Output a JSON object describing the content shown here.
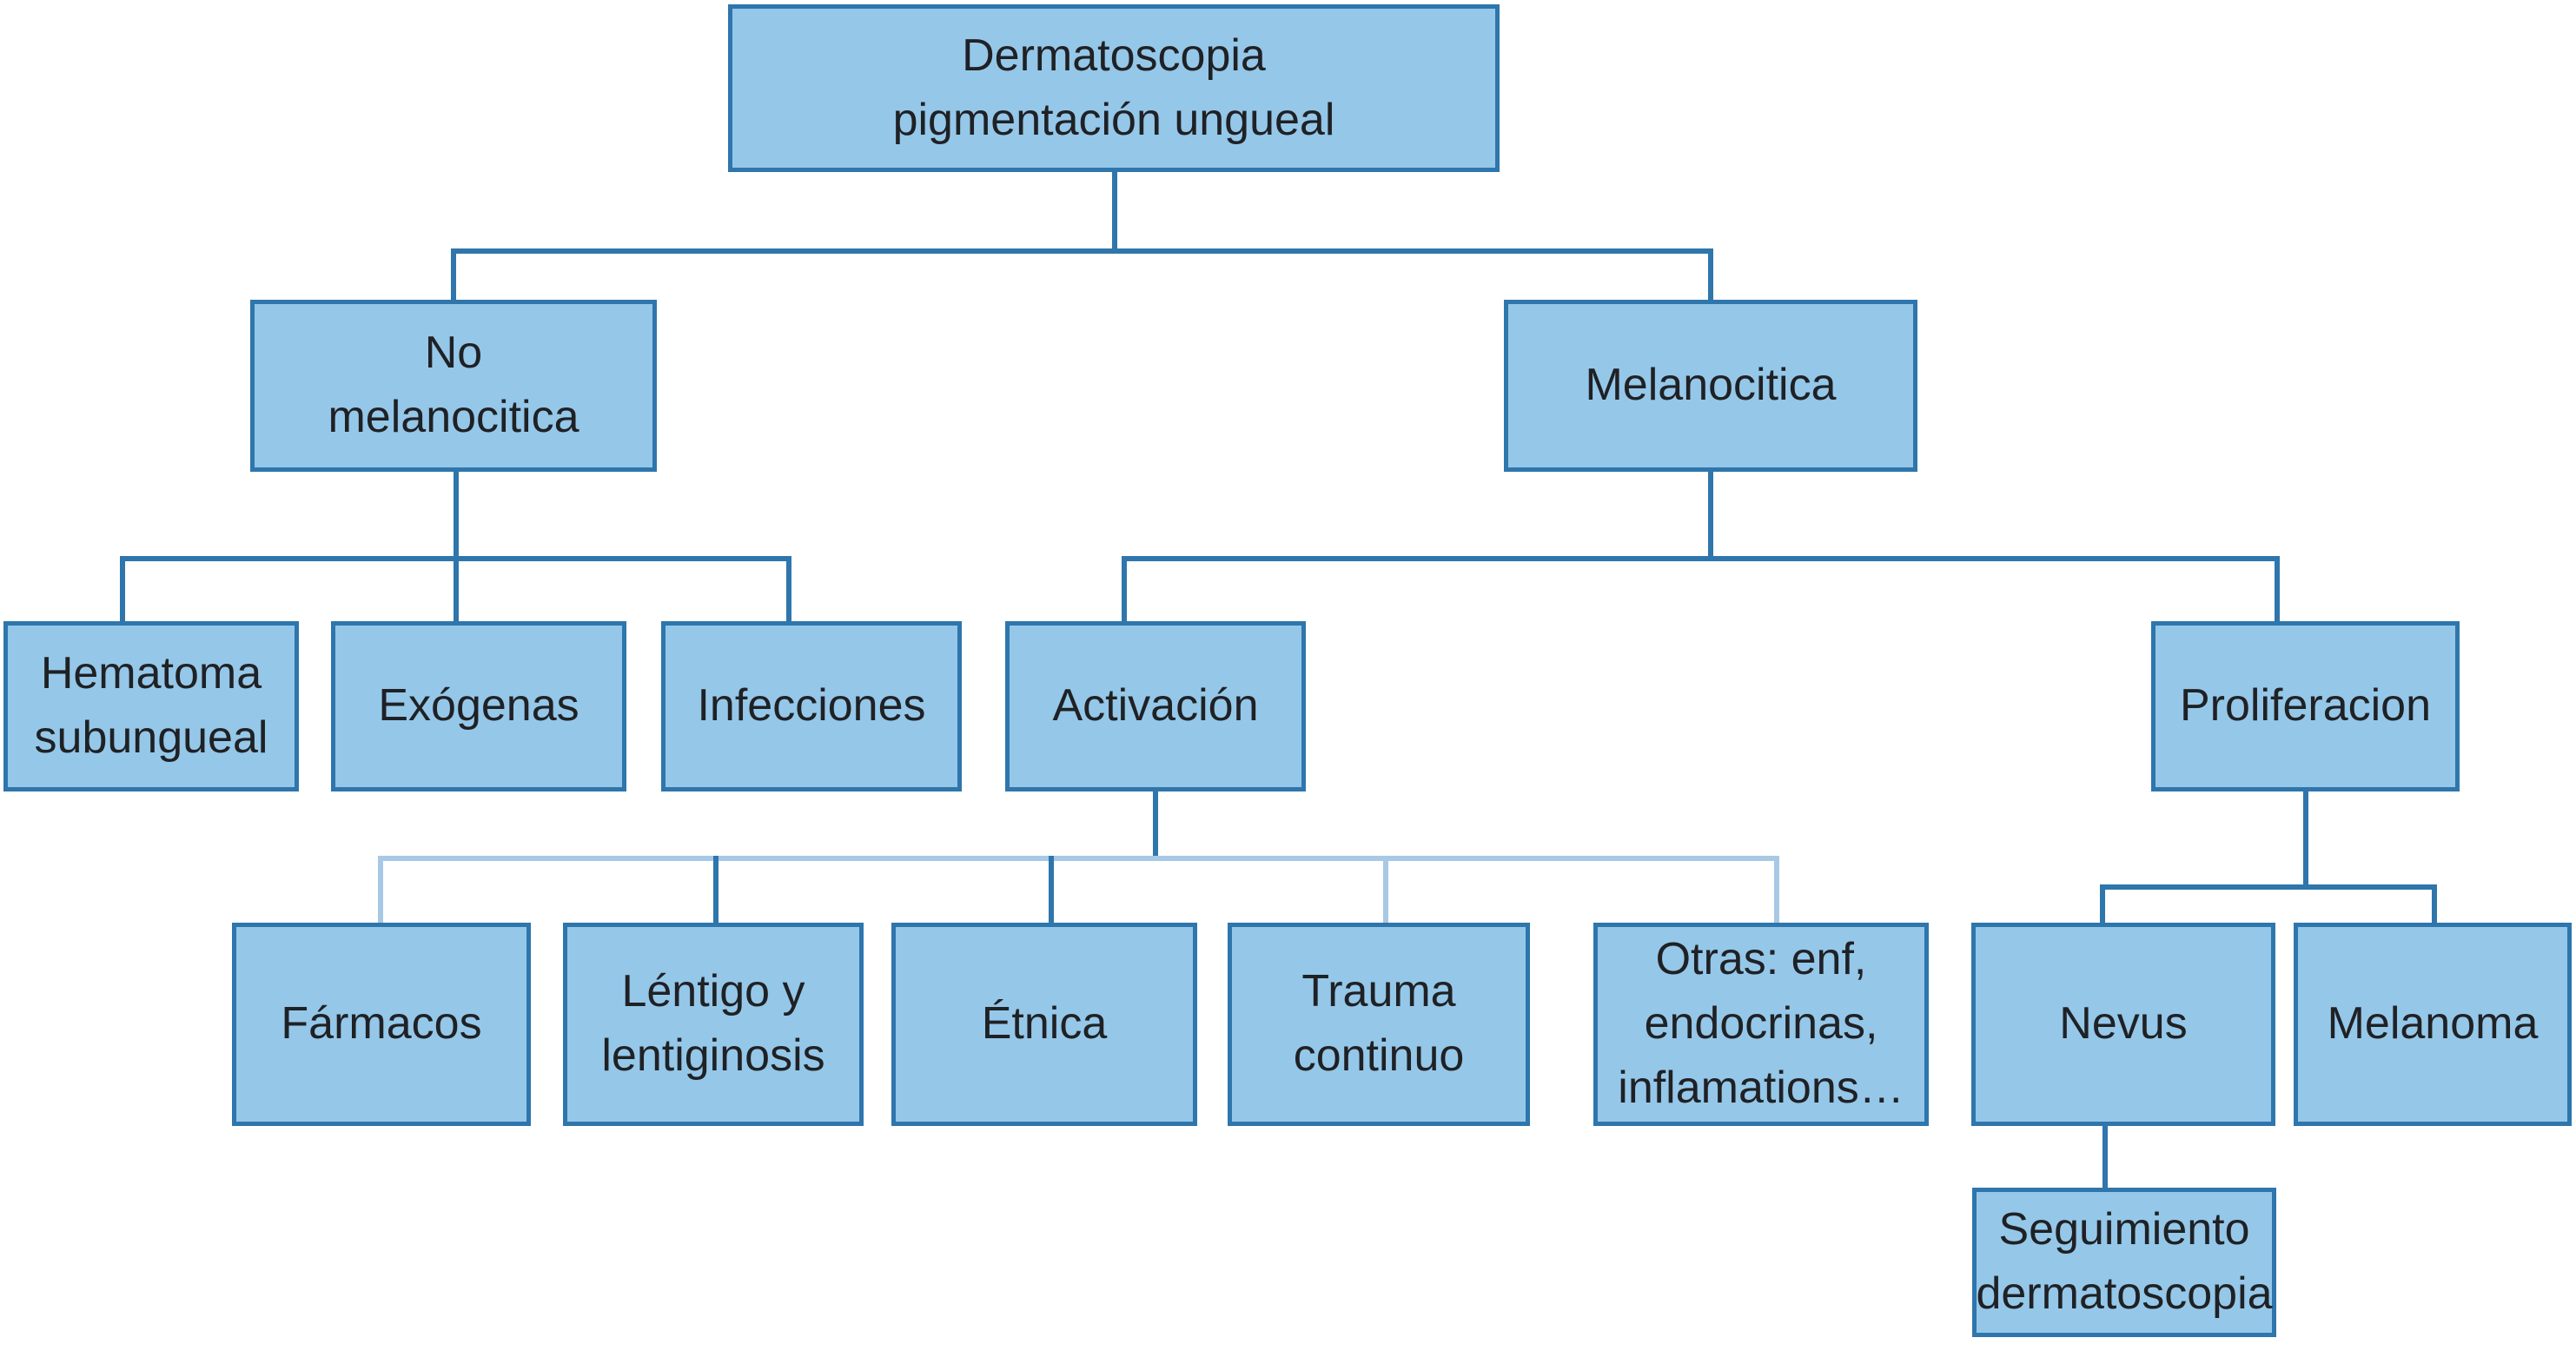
{
  "diagram": {
    "title": "Dermatoscopia pigmentación ungueal",
    "colors": {
      "node_fill": "#95C7E9",
      "node_border": "#2E76AC",
      "connector": "#2E76AC",
      "connector_light": "#A7C9E5",
      "text_color": "#1F2124",
      "background": "#FFFFFF"
    },
    "nodes": {
      "root": {
        "label": "Dermatoscopia\npigmentación ungueal"
      },
      "no_melanocitica": {
        "label": "No\nmelanocitica"
      },
      "melanocitica": {
        "label": "Melanocitica"
      },
      "hematoma_subungueal": {
        "label": "Hematoma\nsubungueal"
      },
      "exogenas": {
        "label": "Exógenas"
      },
      "infecciones": {
        "label": "Infecciones"
      },
      "activacion": {
        "label": "Activación"
      },
      "proliferacion": {
        "label": "Proliferacion"
      },
      "farmacos": {
        "label": "Fármacos"
      },
      "lentigo_y_lentiginosis": {
        "label": "Léntigo y\nlentiginosis"
      },
      "etnica": {
        "label": "Étnica"
      },
      "trauma_continuo": {
        "label": "Trauma\ncontinuo"
      },
      "otras": {
        "label": "Otras: enf,\nendocrinas,\ninflamations…"
      },
      "nevus": {
        "label": "Nevus"
      },
      "melanoma": {
        "label": "Melanoma"
      },
      "seguimiento_dermatoscopia": {
        "label": "Seguimiento\ndermatoscopia"
      }
    },
    "edges": [
      [
        "root",
        "no_melanocitica"
      ],
      [
        "root",
        "melanocitica"
      ],
      [
        "no_melanocitica",
        "hematoma_subungueal"
      ],
      [
        "no_melanocitica",
        "exogenas"
      ],
      [
        "no_melanocitica",
        "infecciones"
      ],
      [
        "melanocitica",
        "activacion"
      ],
      [
        "melanocitica",
        "proliferacion"
      ],
      [
        "activacion",
        "farmacos"
      ],
      [
        "activacion",
        "lentigo_y_lentiginosis"
      ],
      [
        "activacion",
        "etnica"
      ],
      [
        "activacion",
        "trauma_continuo"
      ],
      [
        "activacion",
        "otras"
      ],
      [
        "proliferacion",
        "nevus"
      ],
      [
        "proliferacion",
        "melanoma"
      ],
      [
        "nevus",
        "seguimiento_dermatoscopia"
      ]
    ]
  }
}
